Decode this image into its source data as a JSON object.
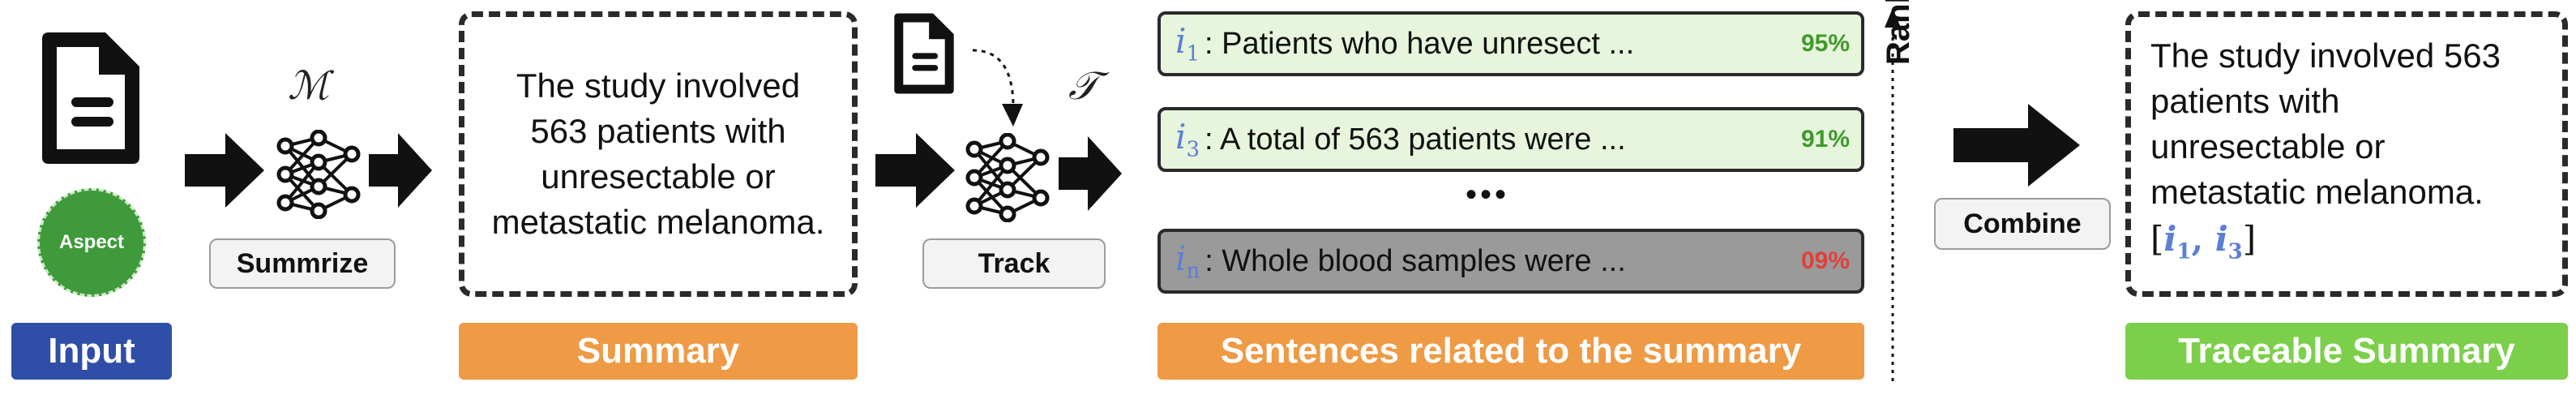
{
  "colors": {
    "input_tag": "#2f4ea8",
    "summary_tag": "#ef9a45",
    "sentences_tag": "#ef9a45",
    "traceable_tag": "#7ccf4a",
    "aspect_circle": "#3e9a3a",
    "sentence_green": "#e6f5dc",
    "sentence_gray": "#9a9a9a",
    "pct_green": "#3f9a2a",
    "pct_red": "#e0403a",
    "index_blue": "#5b7fd6"
  },
  "input": {
    "aspect_label": "Aspect",
    "tag": "Input"
  },
  "model1": {
    "symbol": "ℳ",
    "button": "Summrize"
  },
  "summary": {
    "lines": [
      "The study involved",
      "563 patients with",
      "unresectable or",
      "metastatic melanoma."
    ],
    "tag": "Summary"
  },
  "model2": {
    "symbol": "𝒯",
    "button": "Track"
  },
  "sentences": {
    "items": [
      {
        "index": "i",
        "sub": "1",
        "text": ": Patients who have unresect ...",
        "pct": "95%",
        "state": "relevant"
      },
      {
        "index": "i",
        "sub": "3",
        "text": ": A total of 563 patients were ...",
        "pct": "91%",
        "state": "relevant"
      },
      {
        "index": "i",
        "sub": "n",
        "text": ": Whole blood samples were ...",
        "pct": "09%",
        "state": "irrelevant"
      }
    ],
    "ellipsis": "•••",
    "tag": "Sentences related to the summary"
  },
  "rank": {
    "label": "Rank"
  },
  "combine": {
    "button": "Combine"
  },
  "traceable": {
    "lines": [
      "The study involved 563",
      "patients with",
      "unresectable or",
      "metastatic melanoma."
    ],
    "citation_open": "[",
    "citation_close": "]",
    "cite_a": "i",
    "cite_a_sub": "1",
    "cite_sep": ", ",
    "cite_b": "i",
    "cite_b_sub": "3",
    "tag": "Traceable Summary"
  }
}
